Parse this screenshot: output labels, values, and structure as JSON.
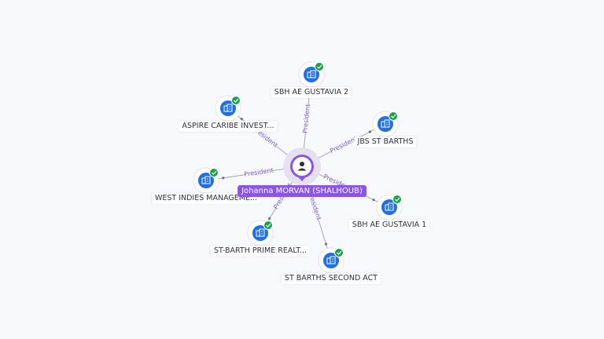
{
  "center": {
    "name": "Johanna MORVAN (SHALHOUB)",
    "icon": "person-icon",
    "color": "#8b55e8"
  },
  "companies": [
    {
      "name": "SBH AE GUSTAVIA 2",
      "role": "President"
    },
    {
      "name": "ASPIRE CARIBE INVEST...",
      "role": "President"
    },
    {
      "name": "JBS ST BARTHS",
      "role": "President"
    },
    {
      "name": "WEST INDIES MANAGEME...",
      "role": "President"
    },
    {
      "name": "SBH AE GUSTAVIA 1",
      "role": "President"
    },
    {
      "name": "ST-BARTH PRIME REALT...",
      "role": "President"
    },
    {
      "name": "ST BARTHS SECOND ACT",
      "role": "President"
    }
  ],
  "icons": {
    "company": "building-icon",
    "verified": "check-badge-icon"
  },
  "colors": {
    "company_fill": "#1f6fe5",
    "verified": "#1aa34a",
    "edge": "#9aa0ad",
    "edge_label": "#7a59c9"
  }
}
